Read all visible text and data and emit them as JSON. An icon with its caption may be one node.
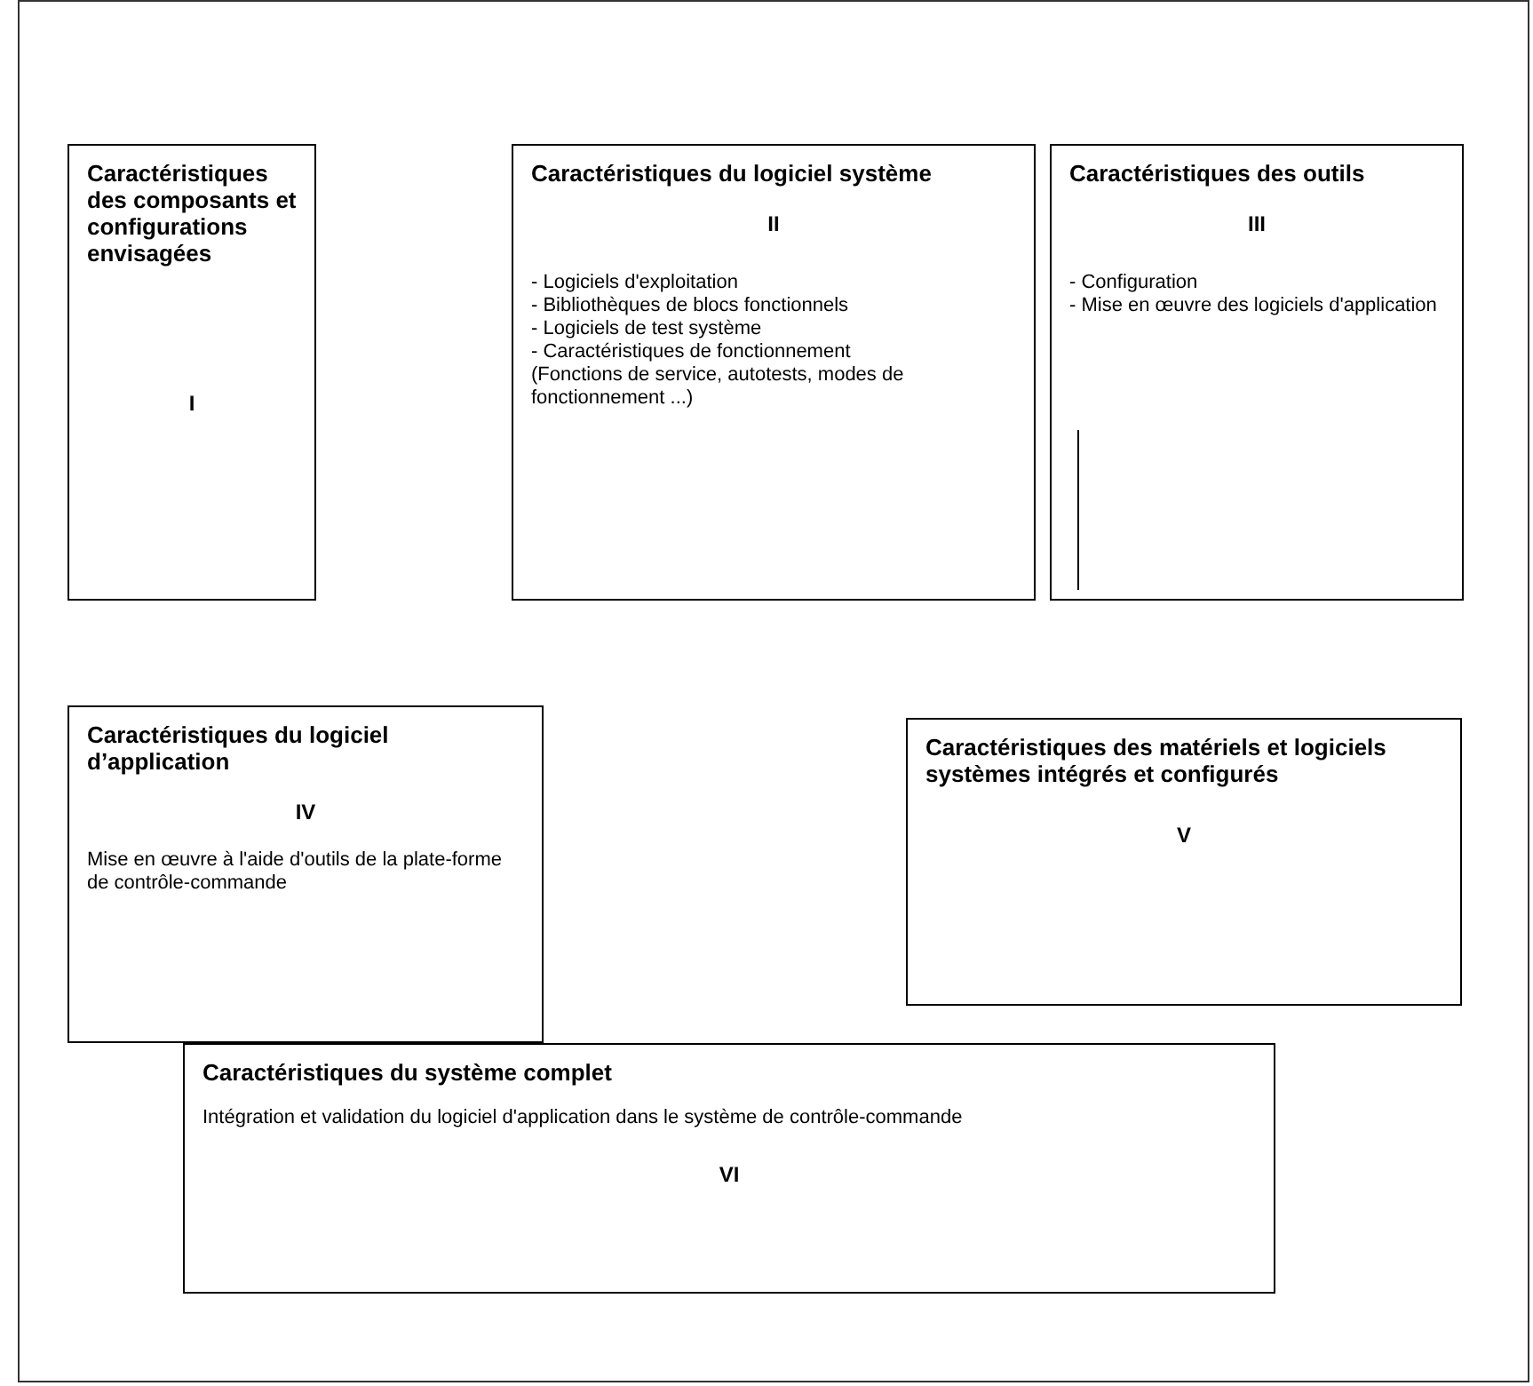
{
  "diagram": {
    "nodes": [
      {
        "text": [
          "Caractéristiques des composants et configurations envisagées",
          "I"
        ]
      },
      {
        "text": [
          "Caractéristiques du logiciel système",
          "II",
          "- Logiciels d'exploitation",
          "- Bibliothèques de blocs fonctionnels",
          "- Logiciels de test système",
          "- Caractéristiques de fonctionnement",
          "(Fonctions de service, autotests, modes de fonctionnement ...)"
        ]
      },
      {
        "text": [
          "Caractéristiques des outils",
          "III",
          "- Configuration",
          "- Mise en œuvre des logiciels d'application"
        ]
      },
      {
        "text": [
          "Caractéristiques du logiciel d’application",
          "IV",
          "Mise en œuvre à l'aide d'outils de la plate-forme de contrôle-commande"
        ]
      },
      {
        "text": [
          "Caractéristiques des matériels et logiciels systèmes intégrés et configurés",
          "V"
        ]
      },
      {
        "text": [
          "Caractéristiques du système complet",
          "Intégration et validation du logiciel d'application dans le système de contrôle-commande",
          "VI"
        ]
      }
    ],
    "edges": []
  }
}
